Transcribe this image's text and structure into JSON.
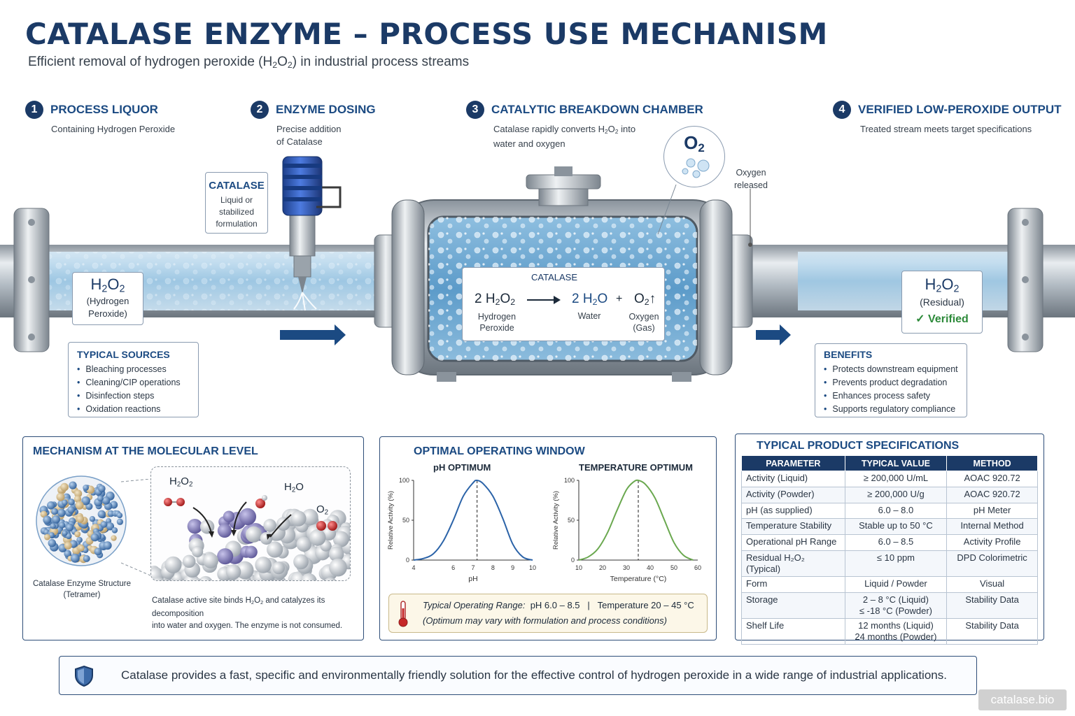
{
  "header": {
    "title": "CATALASE ENZYME – PROCESS USE MECHANISM",
    "subtitle_pre": "Efficient removal of hydrogen peroxide (H",
    "subtitle_sub1": "2",
    "subtitle_mid": "O",
    "subtitle_sub2": "2",
    "subtitle_post": ") in industrial process streams"
  },
  "steps": [
    {
      "num": "1",
      "title": "PROCESS LIQUOR",
      "desc": "Containing Hydrogen Peroxide"
    },
    {
      "num": "2",
      "title": "ENZYME DOSING",
      "desc1": "Precise addition",
      "desc2": "of Catalase"
    },
    {
      "num": "3",
      "title": "CATALYTIC BREAKDOWN CHAMBER",
      "desc1a": "Catalase rapidly converts H",
      "desc1b": "2",
      "desc1c": "O",
      "desc1d": "2",
      "desc1e": " into",
      "desc2": "water and oxygen"
    },
    {
      "num": "4",
      "title": "VERIFIED LOW-PEROXIDE OUTPUT",
      "desc": "Treated stream meets target specifications"
    }
  ],
  "dosing_label": {
    "title": "CATALASE",
    "line1": "Liquid or",
    "line2": "stabilized",
    "line3": "formulation"
  },
  "inlet_label": {
    "formula_main": "H",
    "formula_sub": "2",
    "formula_o": "O",
    "formula_sub2": "2",
    "line1": "(Hydrogen",
    "line2": "Peroxide)"
  },
  "outlet_label": {
    "formula_main": "H",
    "formula_sub": "2",
    "formula_o": "O",
    "formula_sub2": "2",
    "line1": "(Residual)",
    "verified": "✓ Verified"
  },
  "oxygen": {
    "bubble_label": "O",
    "bubble_sub": "2",
    "callout1": "Oxygen",
    "callout2": "released"
  },
  "reaction": {
    "catalyst": "CATALASE",
    "reactant_coef": "2 H",
    "reactant_sub": "2",
    "reactant_o": "O",
    "reactant_sub2": "2",
    "product1_coef": "2 H",
    "product1_sub": "2",
    "product1_o": "O",
    "plus": "+",
    "product2": "O",
    "product2_sub": "2",
    "product2_arrow": "↑",
    "reactant_label1": "Hydrogen",
    "reactant_label2": "Peroxide",
    "product1_label": "Water",
    "product2_label1": "Oxygen",
    "product2_label2": "(Gas)"
  },
  "typical_sources": {
    "title": "TYPICAL SOURCES",
    "items": [
      "Bleaching processes",
      "Cleaning/CIP operations",
      "Disinfection steps",
      "Oxidation reactions"
    ]
  },
  "benefits": {
    "title": "BENEFITS",
    "items": [
      "Protects downstream equipment",
      "Prevents product degradation",
      "Enhances process safety",
      "Supports regulatory compliance"
    ]
  },
  "mechanism": {
    "title": "MECHANISM AT THE MOLECULAR LEVEL",
    "structure_label1": "Catalase Enzyme Structure",
    "structure_label2": "(Tetramer)",
    "h2o2_label": "H",
    "h2o2_sub": "2",
    "h2o2_o": "O",
    "h2o2_sub2": "2",
    "h2o_label": "H",
    "h2o_sub": "2",
    "h2o_o": "O",
    "o2_label": "O",
    "o2_sub": "2",
    "caption1a": "Catalase active site binds H",
    "caption1b": "2",
    "caption1c": "O",
    "caption1d": "2",
    "caption1e": " and catalyzes its decomposition",
    "caption2": "into water and oxygen. The enzyme is not consumed."
  },
  "operating_window": {
    "title": "OPTIMAL OPERATING WINDOW",
    "range_label": "Typical Operating Range:",
    "range_ph": "pH 6.0 – 8.5",
    "range_sep": "|",
    "range_temp": "Temperature 20 – 45 °C",
    "range_note": "(Optimum may vary with formulation and process conditions)"
  },
  "chart_data": [
    {
      "type": "line",
      "title": "pH OPTIMUM",
      "xlabel": "pH",
      "ylabel": "Relative Activity (%)",
      "xlim": [
        4,
        10
      ],
      "ylim": [
        0,
        100
      ],
      "xticks": [
        "4",
        "6",
        "7",
        "8",
        "9",
        "10"
      ],
      "xtick_values": [
        4,
        6,
        7,
        8,
        9,
        10
      ],
      "yticks": [
        "0",
        "50",
        "100"
      ],
      "ytick_values": [
        0,
        50,
        100
      ],
      "optimum": 7.2,
      "color": "#2b63a8",
      "series": [
        {
          "x": [
            4.0,
            4.5,
            5.0,
            5.5,
            6.0,
            6.5,
            7.0,
            7.2,
            7.5,
            8.0,
            8.5,
            9.0,
            9.5,
            10.0
          ],
          "values": [
            0,
            2,
            8,
            24,
            50,
            80,
            97,
            100,
            96,
            80,
            52,
            20,
            4,
            0
          ]
        }
      ]
    },
    {
      "type": "line",
      "title": "TEMPERATURE OPTIMUM",
      "xlabel": "Temperature (°C)",
      "ylabel": "Relative Activity (%)",
      "xlim": [
        10,
        60
      ],
      "ylim": [
        0,
        100
      ],
      "xticks": [
        "10",
        "20",
        "30",
        "40",
        "50",
        "60"
      ],
      "xtick_values": [
        10,
        20,
        30,
        40,
        50,
        60
      ],
      "yticks": [
        "0",
        "50",
        "100"
      ],
      "ytick_values": [
        0,
        50,
        100
      ],
      "optimum": 35,
      "color": "#6aa84f",
      "series": [
        {
          "x": [
            10,
            14,
            18,
            22,
            26,
            30,
            33,
            35,
            38,
            42,
            46,
            50,
            54,
            58
          ],
          "values": [
            0,
            4,
            14,
            34,
            62,
            88,
            98,
            100,
            95,
            78,
            50,
            22,
            6,
            0
          ]
        }
      ]
    }
  ],
  "specifications": {
    "title": "TYPICAL PRODUCT SPECIFICATIONS",
    "headers": [
      "PARAMETER",
      "TYPICAL VALUE",
      "METHOD"
    ],
    "rows": [
      [
        "Activity (Liquid)",
        "≥ 200,000 U/mL",
        "AOAC 920.72"
      ],
      [
        "Activity (Powder)",
        "≥ 200,000 U/g",
        "AOAC 920.72"
      ],
      [
        "pH (as supplied)",
        "6.0 – 8.0",
        "pH Meter"
      ],
      [
        "Temperature Stability",
        "Stable up to 50 °C",
        "Internal Method"
      ],
      [
        "Operational pH Range",
        "6.0 – 8.5",
        "Activity Profile"
      ],
      [
        "Residual H₂O₂ (Typical)",
        "≤ 10 ppm",
        "DPD Colorimetric"
      ],
      [
        "Form",
        "Liquid / Powder",
        "Visual"
      ],
      [
        "Storage",
        "2 – 8 °C (Liquid)\n≤ -18 °C (Powder)",
        "Stability Data"
      ],
      [
        "Shelf Life",
        "12 months (Liquid)\n24 months (Powder)",
        "Stability Data"
      ]
    ]
  },
  "footer": {
    "text": "Catalase provides a fast, specific and environmentally friendly solution for the effective control of hydrogen peroxide in a wide range of industrial applications."
  },
  "watermark": "catalase.bio"
}
